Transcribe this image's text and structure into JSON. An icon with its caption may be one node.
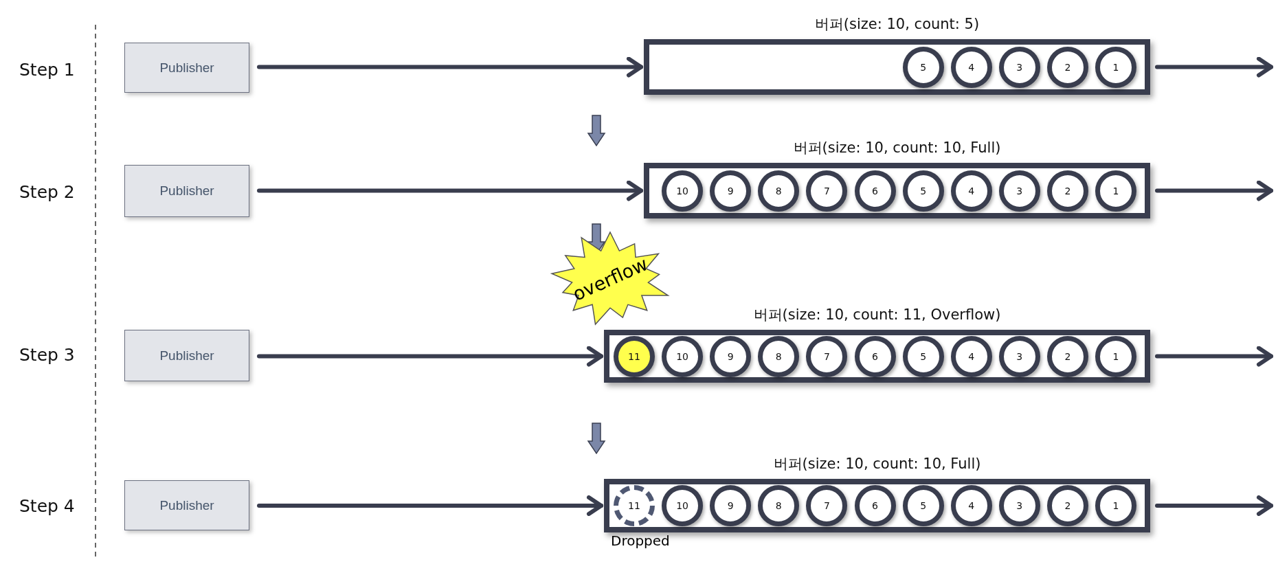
{
  "diagram": {
    "nodes": [
      {
        "text": [
          "Publisher"
        ]
      },
      {
        "text": [
          "버퍼(size: 10, count: 5)"
        ]
      },
      {
        "text": [
          "5"
        ],
        "in": 1
      },
      {
        "text": [
          "4"
        ],
        "in": 1
      },
      {
        "text": [
          "3"
        ],
        "in": 1
      },
      {
        "text": [
          "2"
        ],
        "in": 1
      },
      {
        "text": [
          "1"
        ],
        "in": 1
      },
      {
        "text": [
          "Publisher"
        ]
      },
      {
        "text": [
          "버퍼(size: 10, count: 10, Full)"
        ]
      },
      {
        "text": [
          "10"
        ],
        "in": 8
      },
      {
        "text": [
          "9"
        ],
        "in": 8
      },
      {
        "text": [
          "8"
        ],
        "in": 8
      },
      {
        "text": [
          "7"
        ],
        "in": 8
      },
      {
        "text": [
          "6"
        ],
        "in": 8
      },
      {
        "text": [
          "5"
        ],
        "in": 8
      },
      {
        "text": [
          "4"
        ],
        "in": 8
      },
      {
        "text": [
          "3"
        ],
        "in": 8
      },
      {
        "text": [
          "2"
        ],
        "in": 8
      },
      {
        "text": [
          "1"
        ],
        "in": 8
      },
      {
        "text": [
          "Publisher"
        ]
      },
      {
        "text": [
          "overflow"
        ]
      },
      {
        "text": [
          "버퍼(size: 10, count: 11, Overflow)"
        ]
      },
      {
        "text": [
          "11"
        ],
        "in": 21
      },
      {
        "text": [
          "10"
        ],
        "in": 21
      },
      {
        "text": [
          "9"
        ],
        "in": 21
      },
      {
        "text": [
          "8"
        ],
        "in": 21
      },
      {
        "text": [
          "7"
        ],
        "in": 21
      },
      {
        "text": [
          "6"
        ],
        "in": 21
      },
      {
        "text": [
          "5"
        ],
        "in": 21
      },
      {
        "text": [
          "4"
        ],
        "in": 21
      },
      {
        "text": [
          "3"
        ],
        "in": 21
      },
      {
        "text": [
          "2"
        ],
        "in": 21
      },
      {
        "text": [
          "1"
        ],
        "in": 21
      },
      {
        "text": [
          "Publisher"
        ]
      },
      {
        "text": [
          "버퍼(size: 10, count: 10, Full)"
        ]
      },
      {
        "text": [
          "11"
        ],
        "in": 34,
        "beside": [
          "Dropped"
        ]
      },
      {
        "text": [
          "10"
        ],
        "in": 34
      },
      {
        "text": [
          "9"
        ],
        "in": 34
      },
      {
        "text": [
          "8"
        ],
        "in": 34
      },
      {
        "text": [
          "7"
        ],
        "in": 34
      },
      {
        "text": [
          "6"
        ],
        "in": 34
      },
      {
        "text": [
          "5"
        ],
        "in": 34
      },
      {
        "text": [
          "4"
        ],
        "in": 34
      },
      {
        "text": [
          "3"
        ],
        "in": 34
      },
      {
        "text": [
          "2"
        ],
        "in": 34
      },
      {
        "text": [
          "1"
        ],
        "in": 34
      }
    ],
    "edges": [
      {
        "from": 0,
        "to": 1,
        "arrow": "to"
      },
      {
        "from": 1,
        "to": null,
        "arrow": "to"
      },
      {
        "from": 7,
        "to": 8,
        "arrow": "to"
      },
      {
        "from": 8,
        "to": null,
        "arrow": "to"
      },
      {
        "from": 19,
        "to": 21,
        "arrow": "to"
      },
      {
        "from": 21,
        "to": null,
        "arrow": "to"
      },
      {
        "from": 33,
        "to": 34,
        "arrow": "to"
      },
      {
        "from": 34,
        "to": null,
        "arrow": "to"
      }
    ],
    "labels": [
      "Step 1",
      "Step 2",
      "Step 3",
      "Step 4"
    ]
  }
}
